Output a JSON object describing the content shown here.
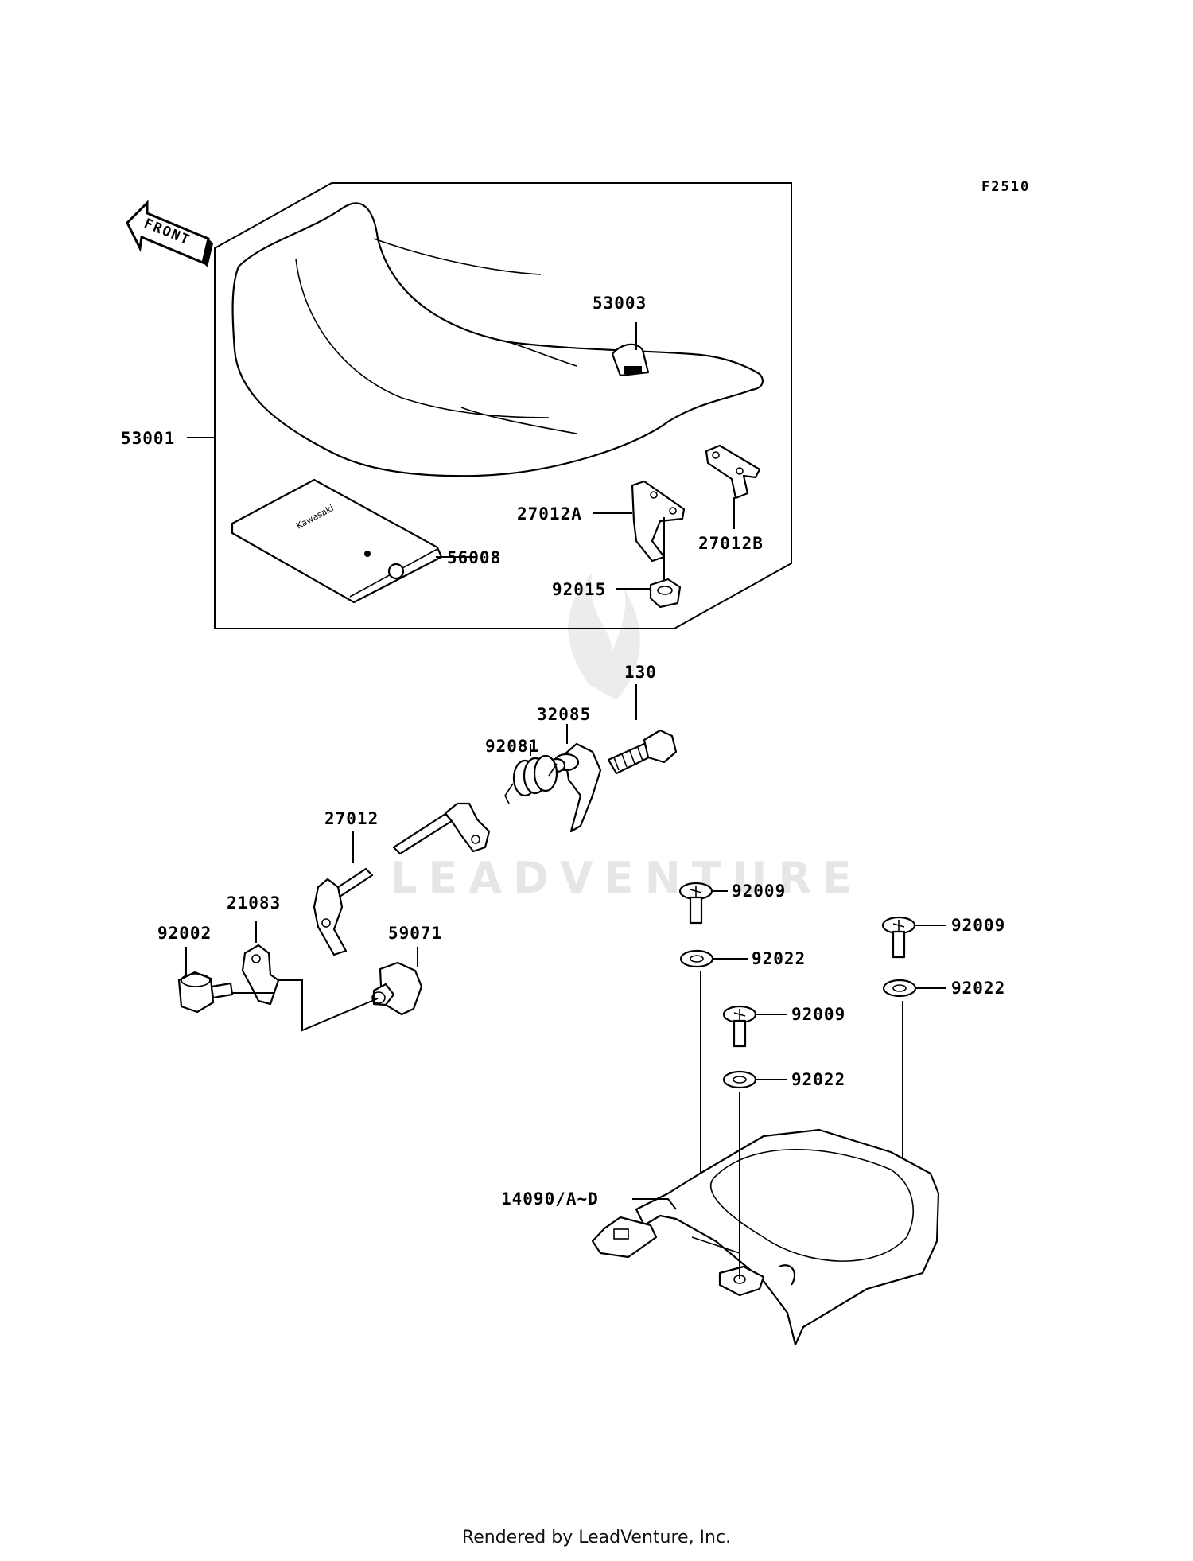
{
  "figure_code": "F2510",
  "front_arrow_text": "FRONT",
  "watermark": "LEADVENTURE",
  "footer": "Rendered by LeadVenture, Inc.",
  "seat_kit_text": "Kawasaki",
  "part_labels": {
    "p53003": "53003",
    "p53001": "53001",
    "p27012a": "27012A",
    "p27012b": "27012B",
    "p56008": "56008",
    "p92015": "92015",
    "p130": "130",
    "p32085": "32085",
    "p92081": "92081",
    "p27012": "27012",
    "p21083": "21083",
    "p92002": "92002",
    "p59071": "59071",
    "p92009a": "92009",
    "p92022a": "92022",
    "p92009b": "92009",
    "p92022b": "92022",
    "p92009c": "92009",
    "p92022c": "92022",
    "p14090": "14090/A~D"
  }
}
